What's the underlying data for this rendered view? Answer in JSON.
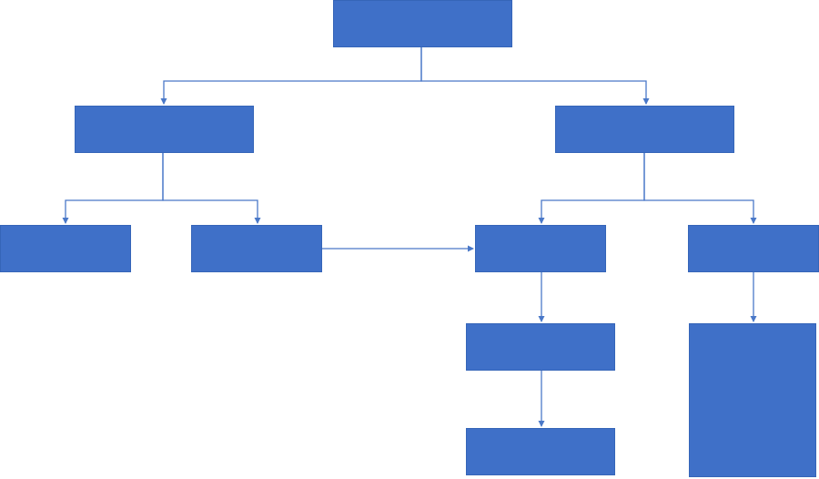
{
  "colors": {
    "box_fill": "#3f70c8",
    "box_border": "#3565b8",
    "connector": "#4a78c8",
    "background": "#ffffff"
  },
  "diagram": {
    "type": "hierarchy-flowchart",
    "nodes": [
      {
        "id": "root",
        "label": ""
      },
      {
        "id": "left-branch",
        "label": ""
      },
      {
        "id": "right-branch",
        "label": ""
      },
      {
        "id": "left-leaf-1",
        "label": ""
      },
      {
        "id": "left-leaf-2",
        "label": ""
      },
      {
        "id": "right-child-1",
        "label": ""
      },
      {
        "id": "right-child-2",
        "label": ""
      },
      {
        "id": "right-child-1-sub-1",
        "label": ""
      },
      {
        "id": "right-child-1-sub-2",
        "label": ""
      },
      {
        "id": "right-child-2-sub",
        "label": ""
      }
    ],
    "edges": [
      {
        "from": "root",
        "to": "left-branch"
      },
      {
        "from": "root",
        "to": "right-branch"
      },
      {
        "from": "left-branch",
        "to": "left-leaf-1"
      },
      {
        "from": "left-branch",
        "to": "left-leaf-2"
      },
      {
        "from": "right-branch",
        "to": "right-child-1"
      },
      {
        "from": "right-branch",
        "to": "right-child-2"
      },
      {
        "from": "left-leaf-2",
        "to": "right-child-1"
      },
      {
        "from": "right-child-1",
        "to": "right-child-1-sub-1"
      },
      {
        "from": "right-child-1-sub-1",
        "to": "right-child-1-sub-2"
      },
      {
        "from": "right-child-2",
        "to": "right-child-2-sub"
      }
    ]
  }
}
